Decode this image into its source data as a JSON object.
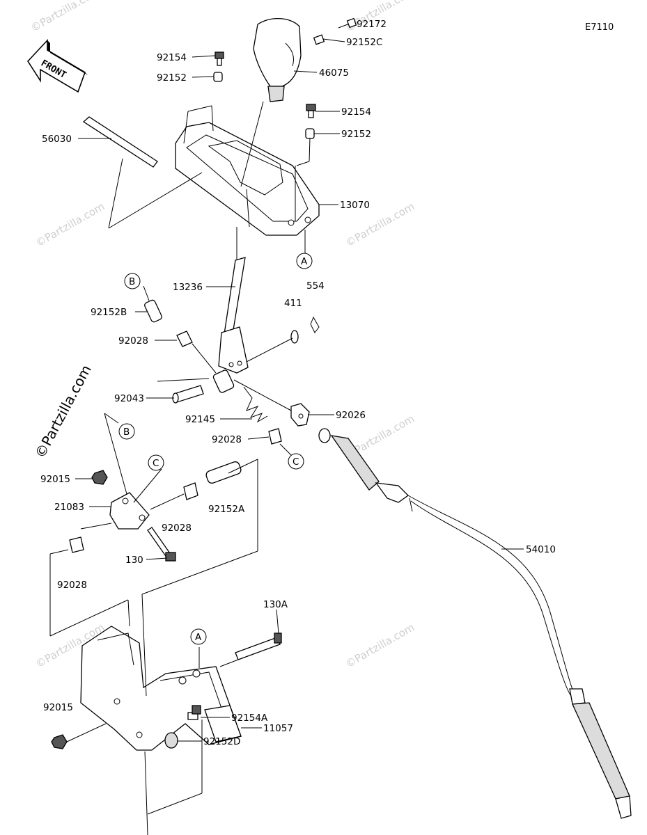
{
  "diagram_code": "E7110",
  "front_label": "FRONT",
  "watermark": "©Partzilla.com",
  "refs": [
    "A",
    "A",
    "B",
    "B",
    "C",
    "C"
  ],
  "part_labels": [
    "92172",
    "92152C",
    "92154",
    "92152",
    "46075",
    "92154",
    "92152",
    "56030",
    "13070",
    "13236",
    "554",
    "411",
    "92152B",
    "92028",
    "92043",
    "92145",
    "92026",
    "92028",
    "92015",
    "21083",
    "92028",
    "92152A",
    "130",
    "92028",
    "54010",
    "130A",
    "92015",
    "11057",
    "92154A",
    "92152D"
  ]
}
